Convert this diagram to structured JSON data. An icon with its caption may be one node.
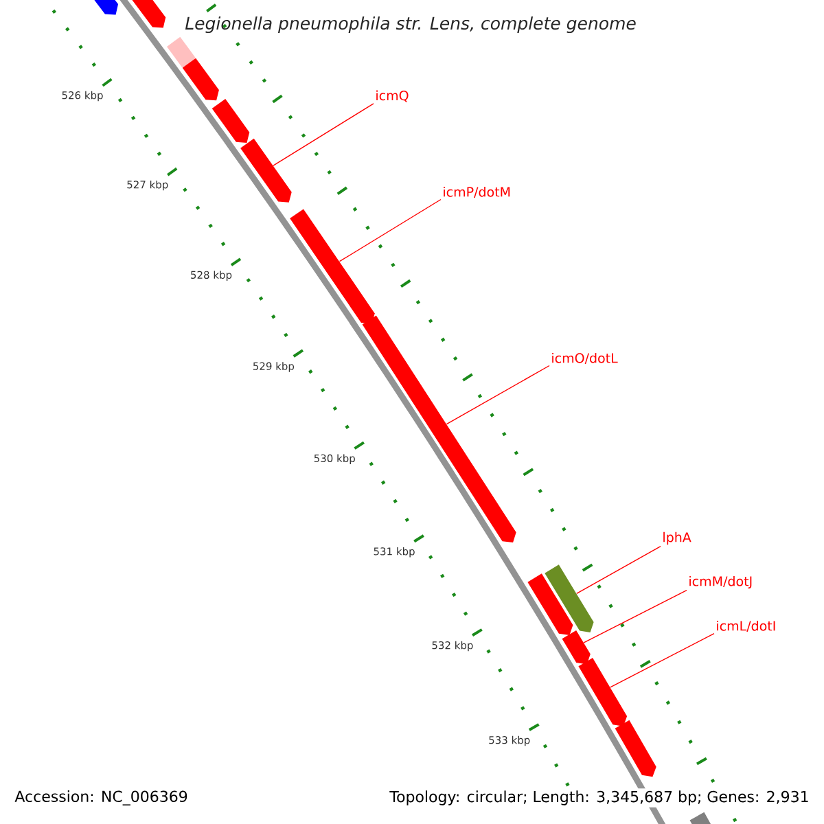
{
  "diagram": {
    "title": "*Legionella pneumophila* str. Lens, complete genome",
    "nodes": [
      {
        "text": [
          "icmQ"
        ]
      },
      {
        "text": [
          "icmP/dotM"
        ]
      },
      {
        "text": [
          "icmO/dotL"
        ]
      },
      {
        "text": [
          "lphA"
        ]
      },
      {
        "text": [
          "icmM/dotJ"
        ]
      },
      {
        "text": [
          "icmL/dotI"
        ]
      },
      {
        "text": [],
        "shape": "arrow"
      },
      {
        "text": [],
        "shape": "arrow"
      },
      {
        "text": [],
        "shape": "arrow"
      },
      {
        "text": [],
        "shape": "arrow"
      },
      {
        "text": [],
        "shape": "arrow"
      },
      {
        "text": [],
        "shape": "arrow"
      },
      {
        "text": [],
        "shape": "arrow"
      },
      {
        "text": [],
        "shape": "arrow"
      },
      {
        "text": [],
        "shape": "arrow"
      },
      {
        "text": [],
        "shape": "arrow"
      },
      {
        "text": [],
        "shape": "arrow"
      },
      {
        "text": [],
        "shape": "arrow"
      },
      {
        "text": [],
        "shape": "arrow"
      },
      {
        "text": [],
        "shape": "arrow"
      }
    ],
    "edges": [
      {
        "from": 0,
        "to": 11,
        "arrow": "none"
      },
      {
        "from": 1,
        "to": 12,
        "arrow": "none"
      },
      {
        "from": 2,
        "to": 13,
        "arrow": "none"
      },
      {
        "from": 3,
        "to": 15,
        "arrow": "none"
      },
      {
        "from": 4,
        "to": 16,
        "arrow": "none"
      },
      {
        "from": 5,
        "to": 17,
        "arrow": "none"
      }
    ],
    "labels": [
      "526 kbp",
      "527 kbp",
      "528 kbp",
      "529 kbp",
      "530 kbp",
      "531 kbp",
      "532 kbp",
      "533 kbp",
      "Accession: NC_006369",
      "Topology: circular; Length: 3,345,687 bp; Genes: 2,931"
    ]
  }
}
